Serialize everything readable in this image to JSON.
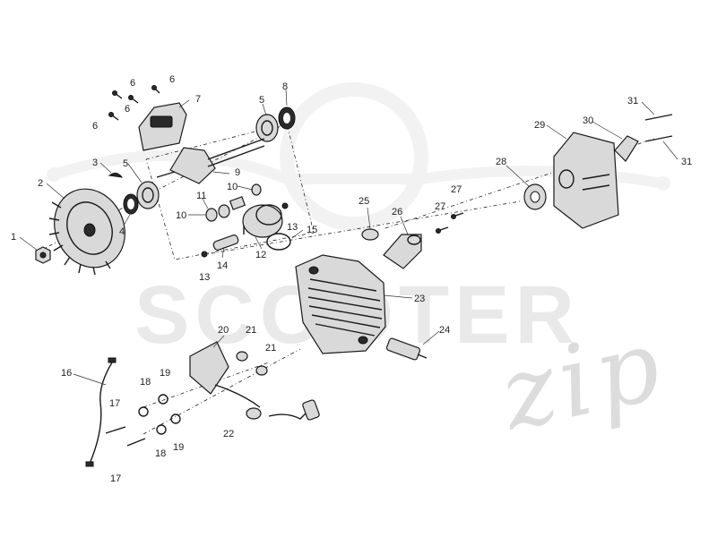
{
  "watermark": {
    "main": "SCOOTER",
    "script": "zip"
  },
  "callouts": [
    {
      "id": "c1",
      "label": "1"
    },
    {
      "id": "c2",
      "label": "2"
    },
    {
      "id": "c3",
      "label": "3"
    },
    {
      "id": "c4",
      "label": "4"
    },
    {
      "id": "c5a",
      "label": "5"
    },
    {
      "id": "c5b",
      "label": "5"
    },
    {
      "id": "c6a",
      "label": "6"
    },
    {
      "id": "c6b",
      "label": "6"
    },
    {
      "id": "c6c",
      "label": "6"
    },
    {
      "id": "c6d",
      "label": "6"
    },
    {
      "id": "c7",
      "label": "7"
    },
    {
      "id": "c8",
      "label": "8"
    },
    {
      "id": "c9",
      "label": "9"
    },
    {
      "id": "c10a",
      "label": "10"
    },
    {
      "id": "c10b",
      "label": "10"
    },
    {
      "id": "c11",
      "label": "11"
    },
    {
      "id": "c12",
      "label": "12"
    },
    {
      "id": "c13a",
      "label": "13"
    },
    {
      "id": "c13b",
      "label": "13"
    },
    {
      "id": "c14",
      "label": "14"
    },
    {
      "id": "c15",
      "label": "15"
    },
    {
      "id": "c16",
      "label": "16"
    },
    {
      "id": "c17a",
      "label": "17"
    },
    {
      "id": "c17b",
      "label": "17"
    },
    {
      "id": "c18a",
      "label": "18"
    },
    {
      "id": "c18b",
      "label": "18"
    },
    {
      "id": "c19a",
      "label": "19"
    },
    {
      "id": "c19b",
      "label": "19"
    },
    {
      "id": "c20",
      "label": "20"
    },
    {
      "id": "c21a",
      "label": "21"
    },
    {
      "id": "c21b",
      "label": "21"
    },
    {
      "id": "c22",
      "label": "22"
    },
    {
      "id": "c23",
      "label": "23"
    },
    {
      "id": "c24",
      "label": "24"
    },
    {
      "id": "c25",
      "label": "25"
    },
    {
      "id": "c26",
      "label": "26"
    },
    {
      "id": "c27a",
      "label": "27"
    },
    {
      "id": "c27b",
      "label": "27"
    },
    {
      "id": "c28",
      "label": "28"
    },
    {
      "id": "c29",
      "label": "29"
    },
    {
      "id": "c30",
      "label": "30"
    },
    {
      "id": "c31a",
      "label": "31"
    },
    {
      "id": "c31b",
      "label": "31"
    }
  ]
}
